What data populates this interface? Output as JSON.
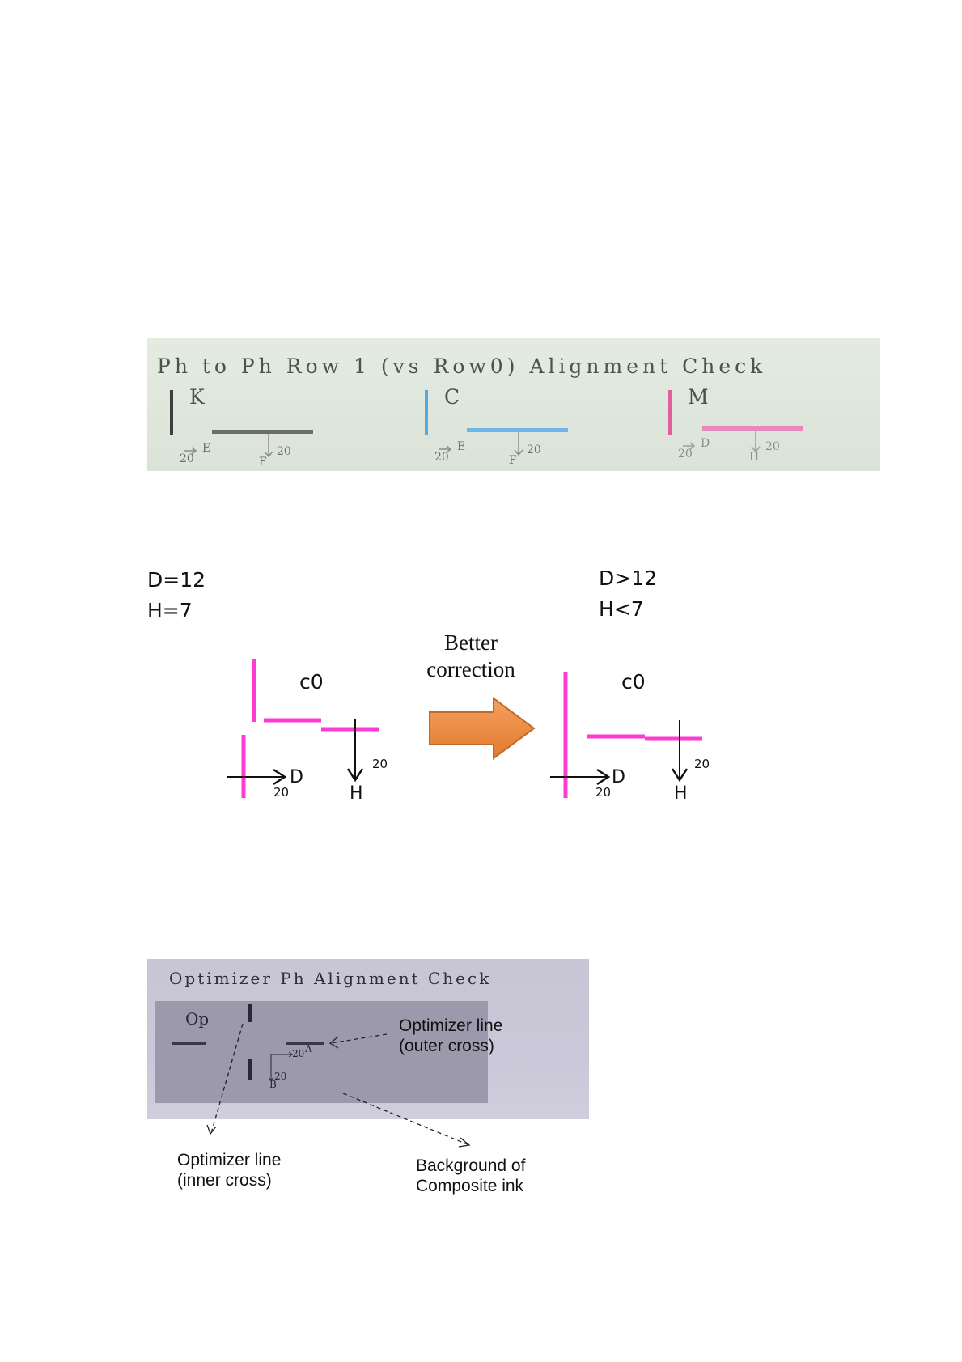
{
  "top_panel": {
    "title": "Ph to Ph Row 1 (vs Row0) Alignment Check",
    "groups": [
      {
        "letter": "K",
        "h_label": "E",
        "v_label": "F",
        "h_num": "20",
        "v_num": "20",
        "color": "#4a4a4a"
      },
      {
        "letter": "C",
        "h_label": "E",
        "v_label": "F",
        "h_num": "20",
        "v_num": "20",
        "color": "#4aa3e0"
      },
      {
        "letter": "M",
        "h_label": "D",
        "v_label": "H",
        "h_num": "20",
        "v_num": "20",
        "color": "#e0559a"
      }
    ]
  },
  "diagram": {
    "left": {
      "line1": "D=12",
      "line2": "H=7",
      "label": "c0",
      "h_label": "D",
      "v_label": "H",
      "h_num": "20",
      "v_num": "20"
    },
    "right": {
      "line1": "D>12",
      "line2": "H<7",
      "label": "c0",
      "h_label": "D",
      "v_label": "H",
      "h_num": "20",
      "v_num": "20"
    },
    "arrow_text_1": "Better",
    "arrow_text_2": "correction",
    "mark_color": "#ff3cd2",
    "arrow_color": "#f0883a"
  },
  "bottom_panel": {
    "title": "Optimizer Ph Alignment Check",
    "op_label": "Op",
    "label_a": "A",
    "label_b": "B",
    "num_a": "20",
    "num_b": "20",
    "callouts": {
      "outer_1": "Optimizer line",
      "outer_2": "(outer cross)",
      "inner_1": "Optimizer line",
      "inner_2": "(inner cross)",
      "bg_1": "Background of",
      "bg_2": "Composite ink"
    }
  }
}
